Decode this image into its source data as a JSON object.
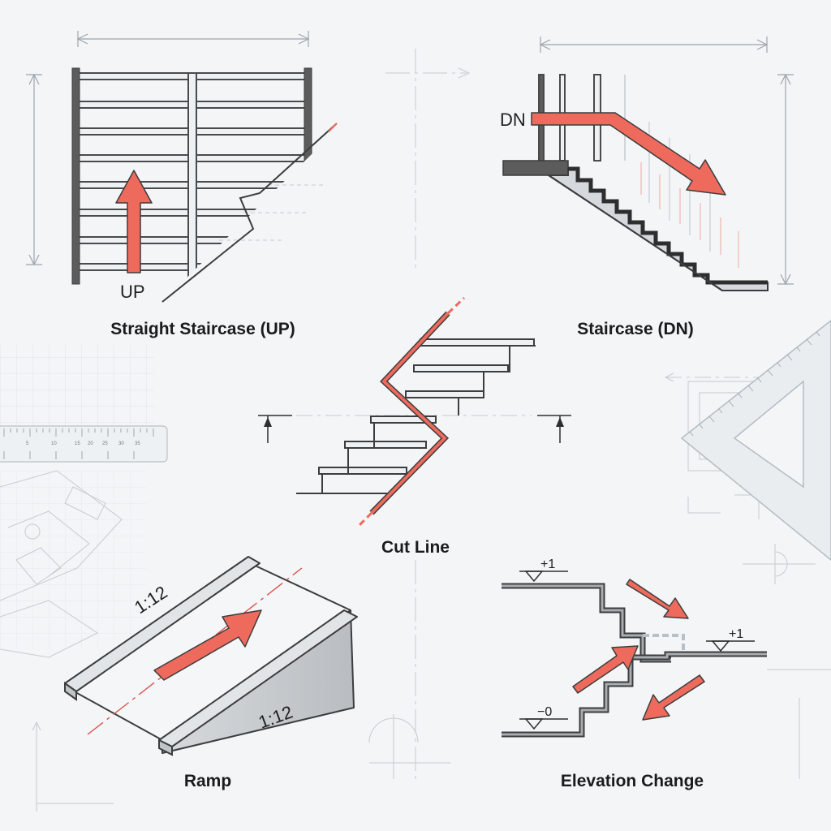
{
  "colors": {
    "accent": "#ee6a5c",
    "stroke": "#3d3d3d",
    "construction": "#b8bfc7",
    "background": "#f3f5f7"
  },
  "panels": {
    "straight_up": {
      "caption": "Straight Staircase (UP)",
      "direction_label": "UP"
    },
    "staircase_dn": {
      "caption": "Staircase (DN)",
      "direction_label": "DN"
    },
    "cut_line": {
      "caption": "Cut Line"
    },
    "ramp": {
      "caption": "Ramp",
      "slope_upper": "1:12",
      "slope_lower": "1:12"
    },
    "elevation_change": {
      "caption": "Elevation Change",
      "level_upper": "+1",
      "level_right": "+1",
      "level_lower": "−0"
    }
  },
  "ruler": {
    "ticks": [
      "5",
      "10",
      "15",
      "20",
      "25",
      "30",
      "35"
    ]
  },
  "icons": [
    "direction-arrow",
    "section-marker",
    "level-marker",
    "set-square",
    "ruler"
  ]
}
